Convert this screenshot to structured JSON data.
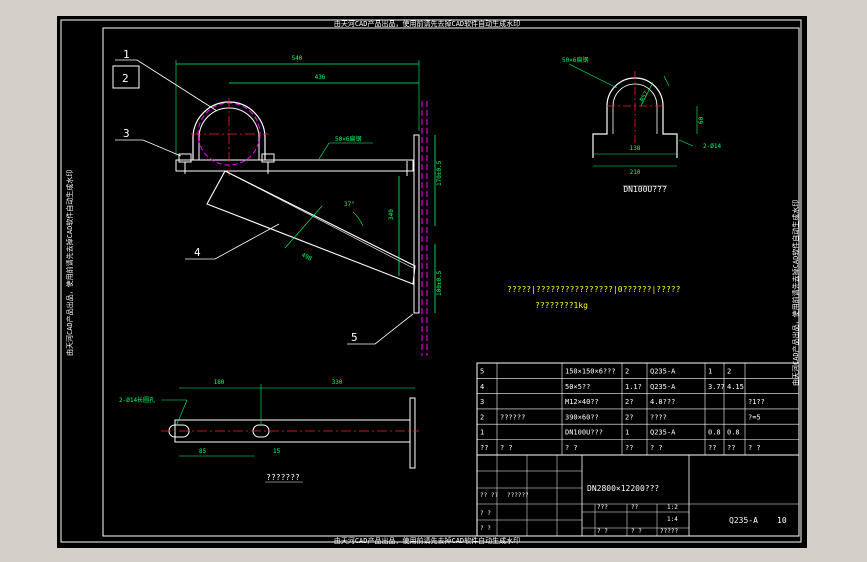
{
  "colors": {
    "background": "#000000",
    "frame": "#ffffff",
    "dimension": "#00ff66",
    "center_line": "#ff2020",
    "hidden_line": "#ff00ff",
    "note_text": "#ffff00",
    "outer": "#d4d0c8"
  },
  "banners": {
    "top": "由天河CAD产品出品，使用前请先去掉CAD软件自动生成水印",
    "bottom": "由天河CAD产品出品，使用前请先去掉CAD软件自动生成水印",
    "left": "由天河CAD产品出品，使用前请先去掉CAD软件自动生成水印",
    "right": "由天河CAD产品出品，使用前请先去掉CAD软件自动生成水印"
  },
  "balloons": [
    "1",
    "2",
    "3",
    "4",
    "5"
  ],
  "dimensions": {
    "top_overall": "540",
    "top_inner": "436",
    "vertical_upper": "170±0.5",
    "vertical_mid": "340",
    "vertical_lower": "100±0.5",
    "brace_length": "498",
    "angle": "37°",
    "strap_label": "50×6扁钢",
    "clamp_radius": "R57",
    "clamp_width": "138",
    "clamp_base": "210",
    "clamp_height": "60",
    "hole_note": "2-Ø14",
    "plan_left": "180",
    "plan_right": "330",
    "plan_hole": "2-Ø14长圆孔",
    "plan_sub1": "85",
    "plan_sub2": "15"
  },
  "views": {
    "clamp_title": "DN100U???",
    "plan_title": "???????"
  },
  "notes": {
    "line1": "?????|????????????????|0??????|?????",
    "line2": "????????1kg"
  },
  "bom": {
    "rows": [
      [
        "5",
        "",
        "150×150×6???",
        "2",
        "Q235-A",
        "1",
        "2",
        ""
      ],
      [
        "4",
        "",
        "50×5??",
        "1.1?",
        "Q235-A",
        "3.77",
        "4.15",
        ""
      ],
      [
        "3",
        "",
        "M12×40??",
        "2?",
        "4.8???",
        "",
        "",
        "?1??"
      ],
      [
        "2",
        "??????",
        "390×60??",
        "2?",
        "????",
        "",
        "",
        "?=5"
      ],
      [
        "1",
        "",
        "DN100U???",
        "1",
        "Q235-A",
        "0.8",
        "0.8",
        ""
      ],
      [
        "??",
        "? ?",
        "? ?",
        "??",
        "? ?",
        "??",
        "??",
        "? ?"
      ]
    ]
  },
  "title_block": {
    "drawing_title": "DN2800×12200???",
    "material": "Q235-A",
    "sheet": "10",
    "scale": "1:4",
    "c1": "?? ??",
    "c2": "??????",
    "c3": "? ?",
    "c4": "? ?",
    "c5": "???",
    "c6": "??",
    "c7": "1:2",
    "c8": "? ?",
    "c9": "? ?",
    "c10": "?????"
  }
}
